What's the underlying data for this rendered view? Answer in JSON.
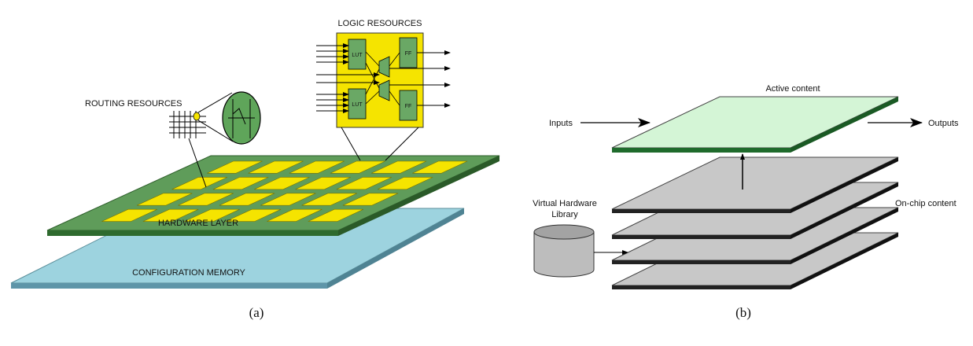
{
  "panel_a": {
    "logic_resources_label": "LOGIC RESOURCES",
    "routing_resources_label": "ROUTING RESOURCES",
    "hardware_layer_label": "HARDWARE LAYER",
    "configuration_memory_label": "CONFIGURATION MEMORY",
    "lut_label": "LUT",
    "ff_label": "FF",
    "caption": "(a)",
    "colors": {
      "hardware_layer": "#5f9c5a",
      "configuration_memory": "#9dd3df",
      "logic_block": "#f5e400",
      "lut_ff_block": "#6aa865",
      "lens": "#5fa55a"
    }
  },
  "panel_b": {
    "active_content_label": "Active content",
    "inputs_label": "Inputs",
    "outputs_label": "Outputs",
    "virtual_hw_library_line1": "Virtual Hardware",
    "virtual_hw_library_line2": "Library",
    "onchip_content_label": "On-chip content",
    "caption": "(b)",
    "colors": {
      "active_layer": "#d4f5d6",
      "onchip_layers": "#c8c8c8",
      "cylinder": "#bdbdbd"
    }
  }
}
